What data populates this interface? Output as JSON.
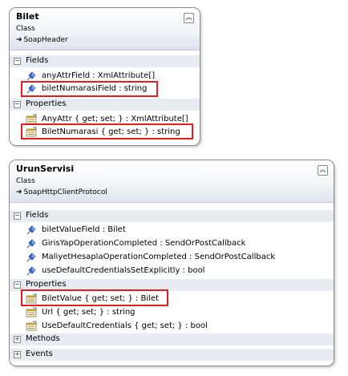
{
  "bilet": {
    "name": "Bilet",
    "kind": "Class",
    "base": "SoapHeader",
    "fields_label": "Fields",
    "fields": [
      {
        "text": "anyAttrField : XmlAttribute[]"
      },
      {
        "text": "biletNumarasiField : string"
      }
    ],
    "properties_label": "Properties",
    "properties": [
      {
        "text": "AnyAttr { get; set; } : XmlAttribute[]"
      },
      {
        "text": "BiletNumarasi { get; set; } : string"
      }
    ]
  },
  "urun": {
    "name": "UrunServisi",
    "kind": "Class",
    "base": "SoapHttpClientProtocol",
    "fields_label": "Fields",
    "fields": [
      {
        "text": "biletValueField : Bilet"
      },
      {
        "text": "GirisYapOperationCompleted : SendOrPostCallback"
      },
      {
        "text": "MaliyetHesaplaOperationCompleted : SendOrPostCallback"
      },
      {
        "text": "useDefaultCredentialsSetExplicitly : bool"
      }
    ],
    "properties_label": "Properties",
    "properties": [
      {
        "text": "BiletValue { get; set; } : Bilet"
      },
      {
        "text": "Url { get; set; } : string"
      },
      {
        "text": "UseDefaultCredentials { get; set; } : bool"
      }
    ],
    "methods_label": "Methods",
    "events_label": "Events"
  },
  "colors": {
    "highlight": "#e02020",
    "field_icon": "#1f5bb5",
    "property_icon": "#c9a227"
  }
}
